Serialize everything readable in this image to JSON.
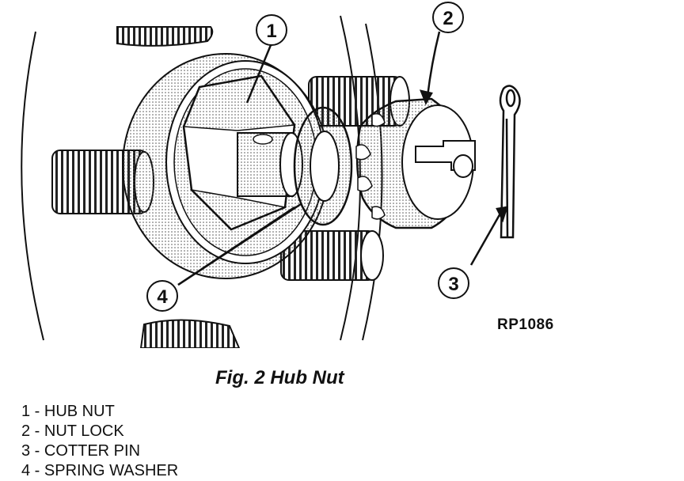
{
  "figure": {
    "drawing_code": "RP1086",
    "caption": "Fig. 2 Hub Nut",
    "callouts": [
      "1",
      "2",
      "3",
      "4"
    ],
    "legend": [
      "1 - HUB NUT",
      "2 - NUT LOCK",
      "3 - COTTER PIN",
      "4 - SPRING WASHER"
    ]
  }
}
